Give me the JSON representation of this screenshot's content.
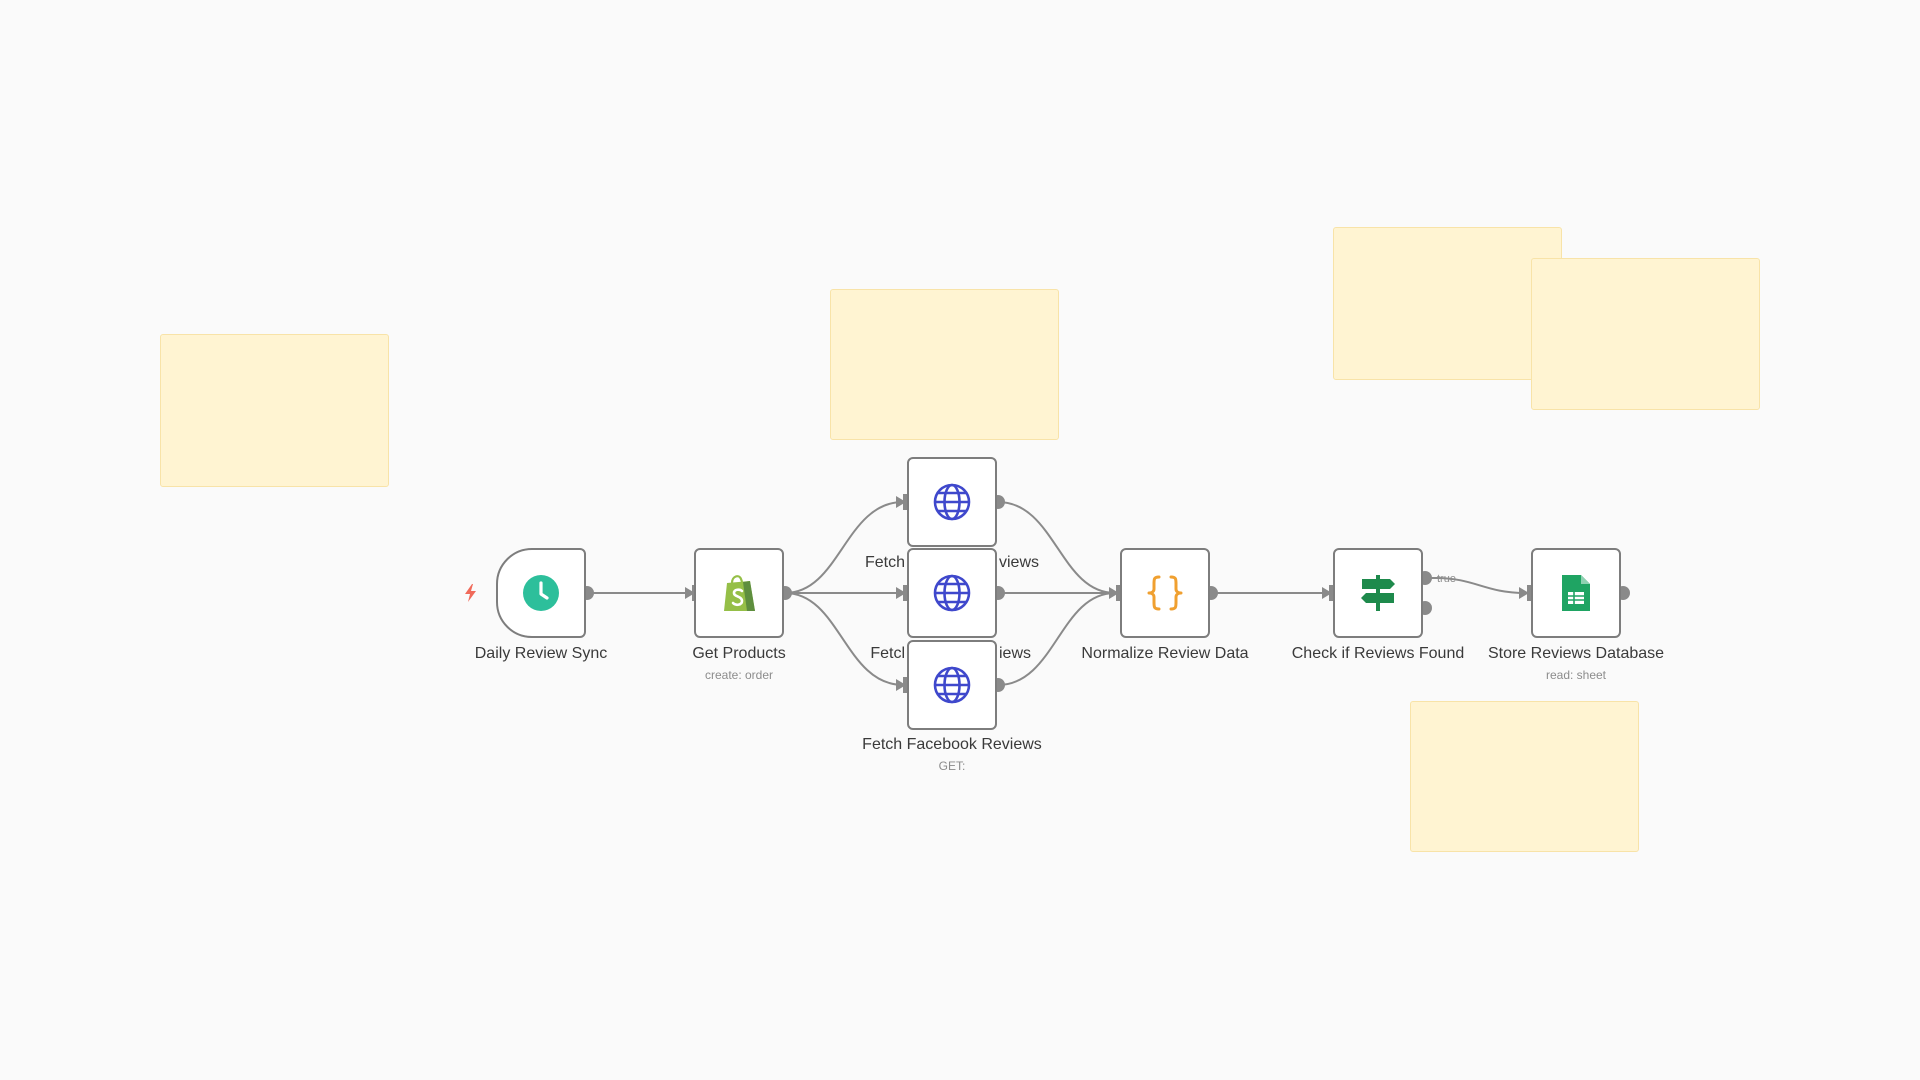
{
  "workflow": {
    "nodes": {
      "daily_review_sync": {
        "label": "Daily Review Sync",
        "icon": "clock-icon",
        "color": "#2dbf9b"
      },
      "get_products": {
        "label": "Get Products",
        "subtitle": "create: order",
        "icon": "shopify-icon",
        "color": "#95bf47"
      },
      "fetch_top": {
        "label_left": "Fetch",
        "label_right": "views",
        "icon": "globe-icon",
        "color": "#3f48cc"
      },
      "fetch_middle": {
        "label_left": "Fetcl",
        "label_right": "iews",
        "icon": "globe-icon",
        "color": "#3f48cc"
      },
      "fetch_facebook": {
        "label": "Fetch Facebook Reviews",
        "subtitle": "GET:",
        "icon": "globe-icon",
        "color": "#3f48cc"
      },
      "normalize_review_data": {
        "label": "Normalize Review Data",
        "icon": "code-braces-icon",
        "color": "#f0a030"
      },
      "check_if_reviews_found": {
        "label": "Check if Reviews Found",
        "icon": "signpost-icon",
        "color": "#1e8a4c"
      },
      "store_reviews_database": {
        "label": "Store Reviews Database",
        "subtitle": "read: sheet",
        "icon": "google-sheets-icon",
        "color": "#1fa463"
      }
    },
    "edge_labels": {
      "if_true": "true"
    },
    "sticky_color": "#fff4d2",
    "edge_color": "#8a8a8a",
    "trigger_bolt_color": "#f06a5a"
  }
}
